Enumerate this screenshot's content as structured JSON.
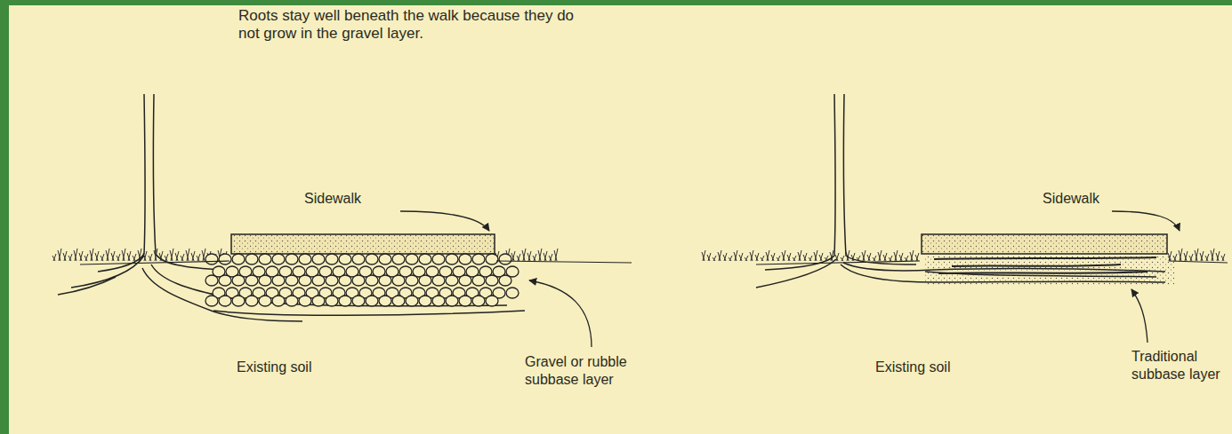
{
  "diagram": {
    "labels": [
      "Roots stay well beneath the walk because they do not grow in the gravel layer.",
      "Sidewalk",
      "Existing soil",
      "Gravel or rubble subbase layer",
      "Sidewalk",
      "Existing soil",
      "Traditional subbase layer"
    ]
  }
}
